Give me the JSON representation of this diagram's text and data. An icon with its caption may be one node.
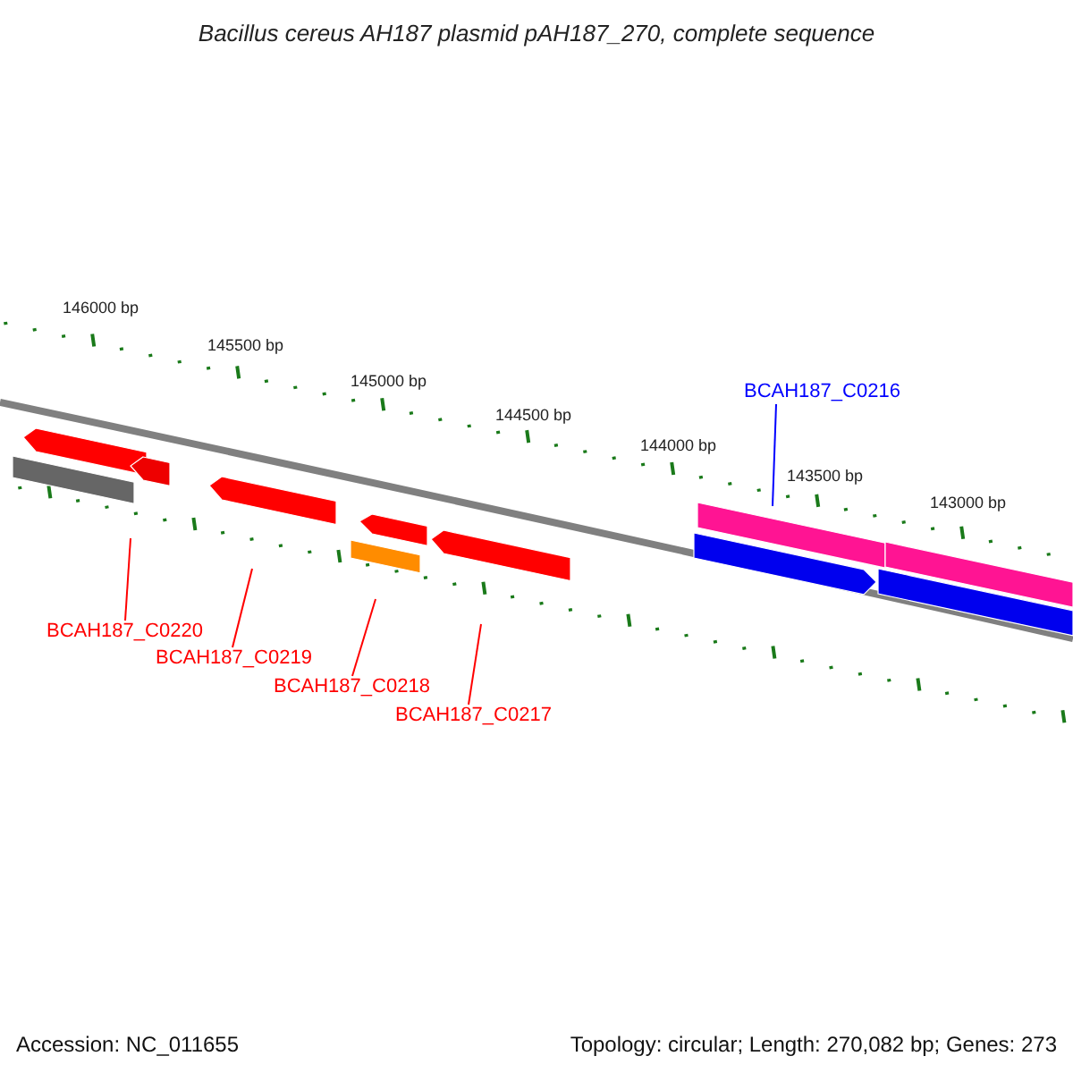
{
  "diagram": {
    "title": "Bacillus cereus AH187 plasmid pAH187_270, complete sequence",
    "nodes": [
      {
        "text": [
          "BCAH187_C0216"
        ]
      },
      {
        "text": [
          "BCAH187_C0220"
        ]
      },
      {
        "text": [
          "BCAH187_C0219"
        ]
      },
      {
        "text": [
          "BCAH187_C0218"
        ]
      },
      {
        "text": [
          "BCAH187_C0217"
        ]
      }
    ],
    "edges": [
      {
        "from": 0,
        "to": null,
        "arrow": "none",
        "color": "#0000ff"
      },
      {
        "from": 1,
        "to": null,
        "arrow": "none"
      },
      {
        "from": 2,
        "to": null,
        "arrow": "none"
      },
      {
        "from": 3,
        "to": null,
        "arrow": "none"
      },
      {
        "from": 4,
        "to": null,
        "arrow": "none"
      }
    ],
    "labels": [
      "146000 bp",
      "145500 bp",
      "145000 bp",
      "144500 bp",
      "144000 bp",
      "143500 bp",
      "143000 bp",
      "Accession: NC_011655",
      "Topology: circular; Length: 270,082 bp; Genes: 273"
    ]
  }
}
